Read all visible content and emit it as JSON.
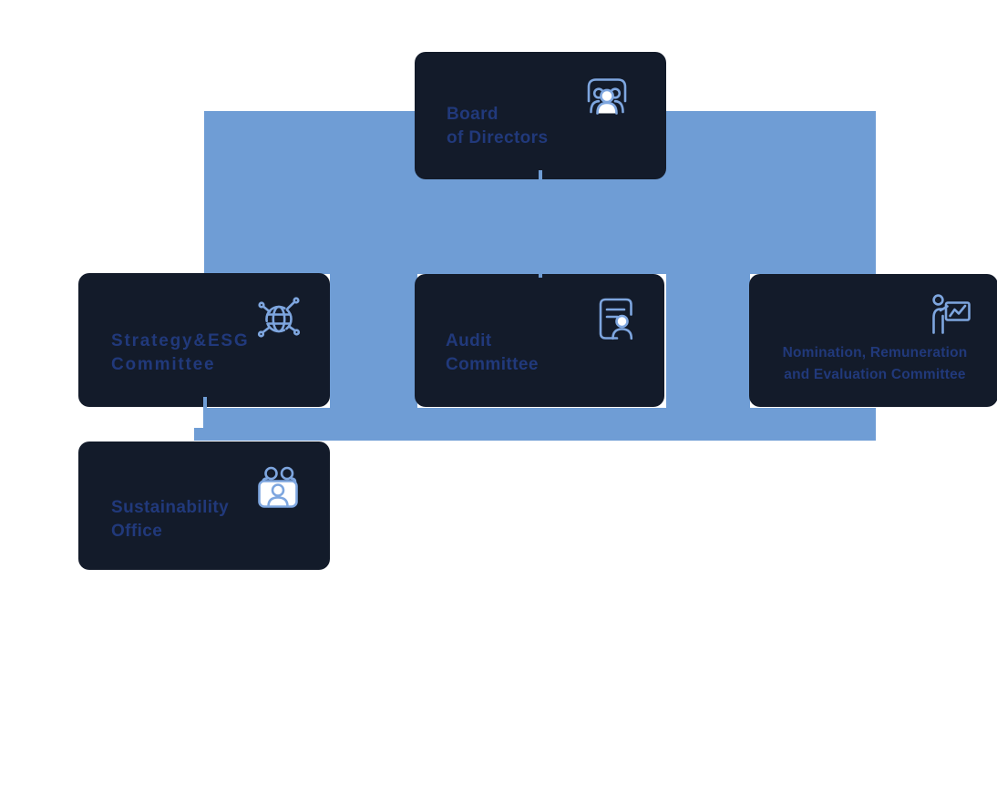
{
  "diagram": {
    "type": "org-chart",
    "colors": {
      "connector_blue": "#6F9DD5",
      "frame_dark": "#131B2A",
      "text_navy": "#21397B",
      "icon_blue": "#7EA6DF",
      "background": "#FFFFFF"
    },
    "nodes": [
      {
        "id": "board",
        "line1": "Board",
        "line2": "of Directors",
        "icon": "audience-icon"
      },
      {
        "id": "strategy",
        "line1": "Strategy&ESG",
        "line2": "Committee",
        "icon": "globe-network-icon"
      },
      {
        "id": "audit",
        "line1": "Audit",
        "line2": "Committee",
        "icon": "id-document-icon"
      },
      {
        "id": "nomination",
        "line1": "Nomination, Remuneration",
        "line2": "and Evaluation Committee",
        "icon": "presenter-chart-icon"
      },
      {
        "id": "sustainability",
        "line1": "Sustainability",
        "line2": "Office",
        "icon": "meeting-icon"
      }
    ],
    "edges": [
      {
        "from": "board",
        "to": "strategy"
      },
      {
        "from": "board",
        "to": "audit"
      },
      {
        "from": "board",
        "to": "nomination"
      },
      {
        "from": "strategy",
        "to": "sustainability"
      }
    ]
  }
}
